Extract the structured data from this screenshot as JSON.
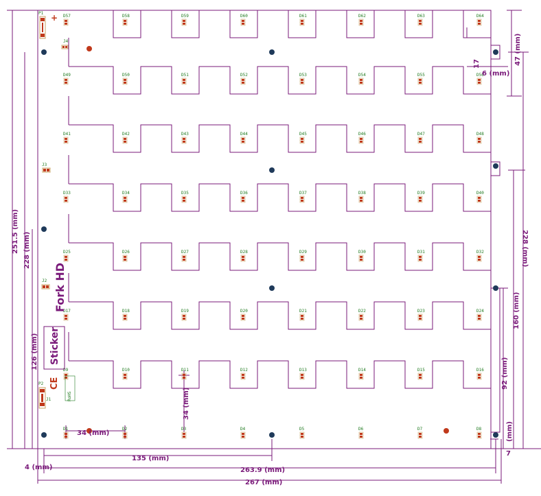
{
  "colors": {
    "outline": "#7a1a7a",
    "dimension": "#7a1a7a",
    "pad": "#c0391b",
    "pad_outline": "#c8a060",
    "silkscreen": "#1f7a1f",
    "hole": "#1f3a5a",
    "fiducial": "#c0391b",
    "text_mark": "#7a1a7a"
  },
  "leds": [
    {
      "label": "D57"
    },
    {
      "label": "D58"
    },
    {
      "label": "D59"
    },
    {
      "label": "D60"
    },
    {
      "label": "D61"
    },
    {
      "label": "D62"
    },
    {
      "label": "D63"
    },
    {
      "label": "D64"
    },
    {
      "label": "D49"
    },
    {
      "label": "D50"
    },
    {
      "label": "D51"
    },
    {
      "label": "D52"
    },
    {
      "label": "D53"
    },
    {
      "label": "D54"
    },
    {
      "label": "D55"
    },
    {
      "label": "D56"
    },
    {
      "label": "D41"
    },
    {
      "label": "D42"
    },
    {
      "label": "D43"
    },
    {
      "label": "D44"
    },
    {
      "label": "D45"
    },
    {
      "label": "D46"
    },
    {
      "label": "D47"
    },
    {
      "label": "D48"
    },
    {
      "label": "D33"
    },
    {
      "label": "D34"
    },
    {
      "label": "D35"
    },
    {
      "label": "D36"
    },
    {
      "label": "D37"
    },
    {
      "label": "D38"
    },
    {
      "label": "D39"
    },
    {
      "label": "D40"
    },
    {
      "label": "D25"
    },
    {
      "label": "D26"
    },
    {
      "label": "D27"
    },
    {
      "label": "D28"
    },
    {
      "label": "D29"
    },
    {
      "label": "D30"
    },
    {
      "label": "D31"
    },
    {
      "label": "D32"
    },
    {
      "label": "D17"
    },
    {
      "label": "D18"
    },
    {
      "label": "D19"
    },
    {
      "label": "D20"
    },
    {
      "label": "D21"
    },
    {
      "label": "D22"
    },
    {
      "label": "D23"
    },
    {
      "label": "D24"
    },
    {
      "label": "D9"
    },
    {
      "label": "D10"
    },
    {
      "label": "D11"
    },
    {
      "label": "D12"
    },
    {
      "label": "D13"
    },
    {
      "label": "D14"
    },
    {
      "label": "D15"
    },
    {
      "label": "D16"
    },
    {
      "label": "D1"
    },
    {
      "label": "D2"
    },
    {
      "label": "D3"
    },
    {
      "label": "D4"
    },
    {
      "label": "D5"
    },
    {
      "label": "D6"
    },
    {
      "label": "D7"
    },
    {
      "label": "D8"
    }
  ],
  "connectors": {
    "p1": "P1",
    "j4": "J4",
    "j3": "J3",
    "j2": "J2",
    "p2": "P2",
    "j1": "J1",
    "plus": "+"
  },
  "markings": {
    "brand": "Fork HD",
    "sticker": "Sticker",
    "ce": "CE",
    "rohs": "RoHS"
  },
  "dimensions": {
    "d251_5": "251.5 (mm)",
    "d228_left": "228 (mm)",
    "d126": "126 (mm)",
    "d4": "4 (mm)",
    "d135": "135 (mm)",
    "d263_9": "263.9 (mm)",
    "d267": "267 (mm)",
    "d34_h": "34 (mm)",
    "d34_v": "34 (mm)",
    "d17": "17",
    "d6": "6 (mm)",
    "d47": "47 (mm)",
    "d228_right": "228 (mm)",
    "d160": "160 (mm)",
    "d92": "92 (mm)",
    "d7_mm": "(mm)",
    "d7": "7"
  }
}
